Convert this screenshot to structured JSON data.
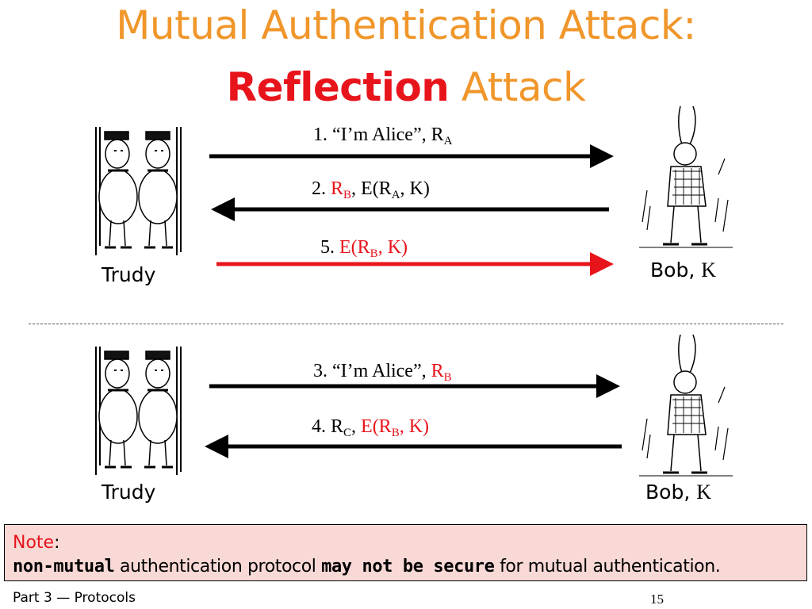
{
  "title": {
    "line1": "Mutual Authentication Attack:",
    "line2_highlight": "Reflection",
    "line2_rest": "Attack"
  },
  "top_diagram": {
    "left_label": "Trudy",
    "right_label": "Bob,",
    "right_key": "K",
    "msg1": {
      "num": "1. ",
      "text": "“I’m Alice”, R",
      "sub": "A"
    },
    "msg2": {
      "num": "2. ",
      "r": "R",
      "r_sub": "B",
      "mid": ", E(R",
      "mid_sub": "A",
      "end": ", K)"
    },
    "msg5": {
      "num": "5. ",
      "text": "E(R",
      "sub": "B",
      "end": ", K)"
    }
  },
  "bottom_diagram": {
    "left_label": "Trudy",
    "right_label": "Bob,",
    "right_key": "K",
    "msg3": {
      "num": "3. ",
      "text": "“I’m Alice”, ",
      "r": "R",
      "r_sub": "B"
    },
    "msg4": {
      "num": "4. ",
      "r": "R",
      "r_sub": "C",
      "sep": ", ",
      "e": "E(R",
      "e_sub": "B",
      "end": ", K)"
    }
  },
  "note": {
    "word": "Note",
    "colon": ":",
    "bold1": "non-mutual",
    "text1": "authentication protocol",
    "bold2": "may not be secure",
    "text2": "for mutual authentication."
  },
  "footer": {
    "section": "Part 3",
    "dash": "—",
    "topic": "Protocols",
    "page": "15"
  },
  "colors": {
    "title": "#f0962a",
    "red": "#e8141c",
    "note_bg": "#f8d9d6"
  }
}
